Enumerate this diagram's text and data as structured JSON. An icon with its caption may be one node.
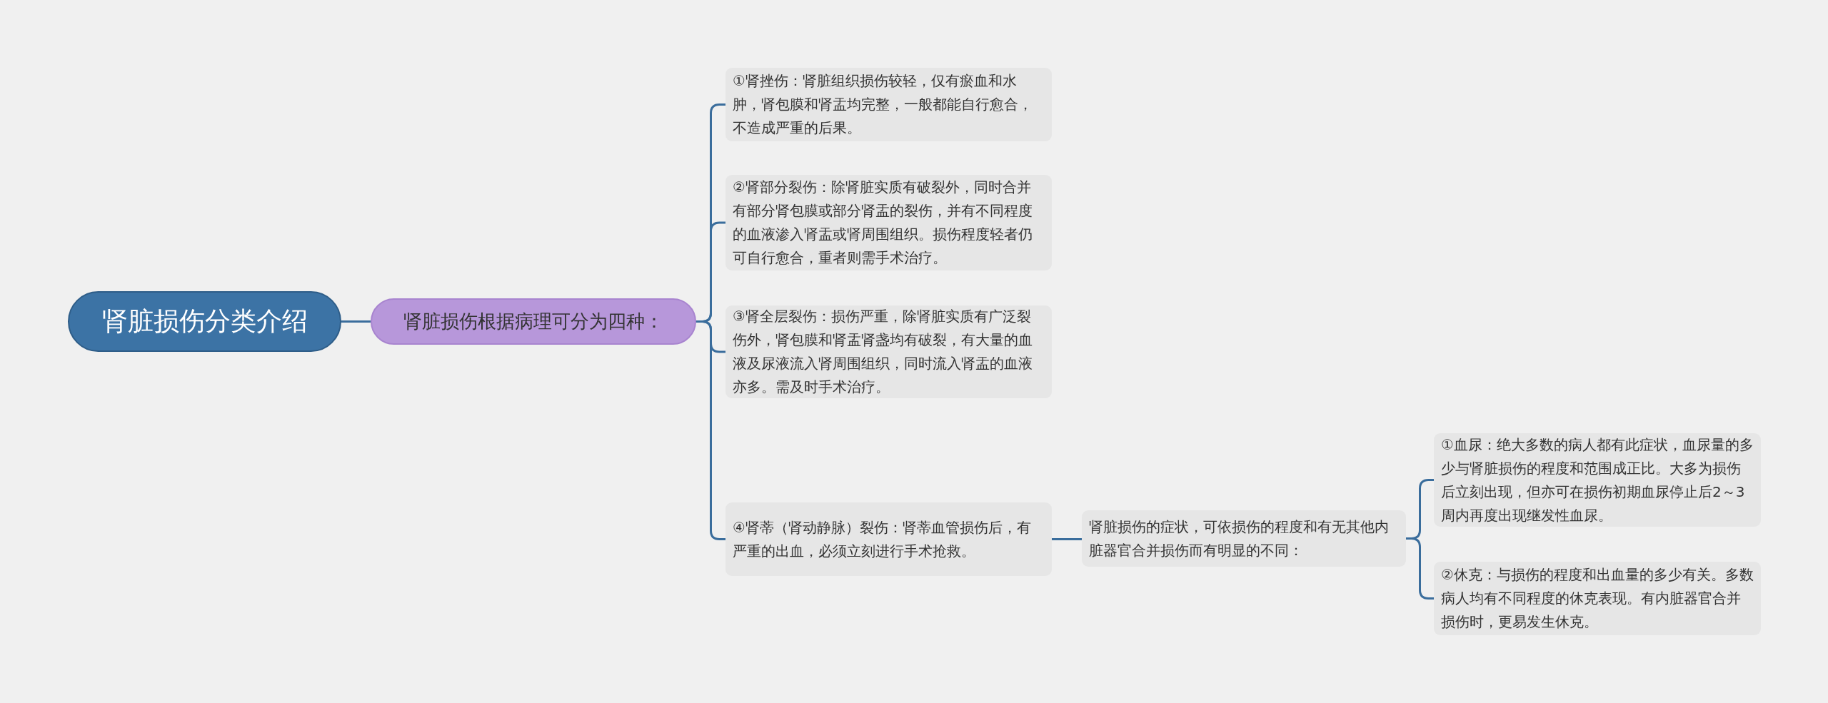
{
  "diagram": {
    "nodes": [
      {
        "text": [
          "肾脏损伤分类介绍"
        ]
      },
      {
        "text": [
          "肾脏损伤根据病理可分为四种："
        ]
      },
      {
        "text": [
          "①肾挫伤：肾脏组织损伤较轻，仅有瘀血和水肿，肾包膜和肾盂均完整，一般都能自行愈合，不造成严重的后果。"
        ]
      },
      {
        "text": [
          "②肾部分裂伤：除肾脏实质有破裂外，同时合并有部分肾包膜或部分肾盂的裂伤，并有不同程度的血液渗入肾盂或肾周围组织。损伤程度轻者仍可自行愈合，重者则需手术治疗。"
        ]
      },
      {
        "text": [
          "③肾全层裂伤：损伤严重，除肾脏实质有广泛裂伤外，肾包膜和肾盂肾盏均有破裂，有大量的血液及尿液流入肾周围组织，同时流入肾盂的血液亦多。需及时手术治疗。"
        ]
      },
      {
        "text": [
          "④肾蒂（肾动静脉）裂伤：肾蒂血管损伤后，有严重的出血，必须立刻进行手术抢救。"
        ]
      },
      {
        "text": [
          "肾脏损伤的症状，可依损伤的程度和有无其他内脏器官合并损伤而有明显的不同："
        ]
      },
      {
        "text": [
          "①血尿：绝大多数的病人都有此症状，血尿量的多少与肾脏损伤的程度和范围成正比。大多为损伤后立刻出现，但亦可在损伤初期血尿停止后2～3周内再度出现继发性血尿。"
        ]
      },
      {
        "text": [
          "②休克：与损伤的程度和出血量的多少有关。多数病人均有不同程度的休克表现。有内脏器官合并损伤时，更易发生休克。"
        ]
      }
    ],
    "edges": [
      {
        "from": 0,
        "to": 1,
        "arrow": "none"
      },
      {
        "from": 1,
        "to": 2,
        "arrow": "none"
      },
      {
        "from": 1,
        "to": 3,
        "arrow": "none"
      },
      {
        "from": 1,
        "to": 4,
        "arrow": "none"
      },
      {
        "from": 1,
        "to": 5,
        "arrow": "none"
      },
      {
        "from": 5,
        "to": 6,
        "arrow": "none"
      },
      {
        "from": 6,
        "to": 7,
        "arrow": "none"
      },
      {
        "from": 6,
        "to": 8,
        "arrow": "none"
      }
    ]
  }
}
